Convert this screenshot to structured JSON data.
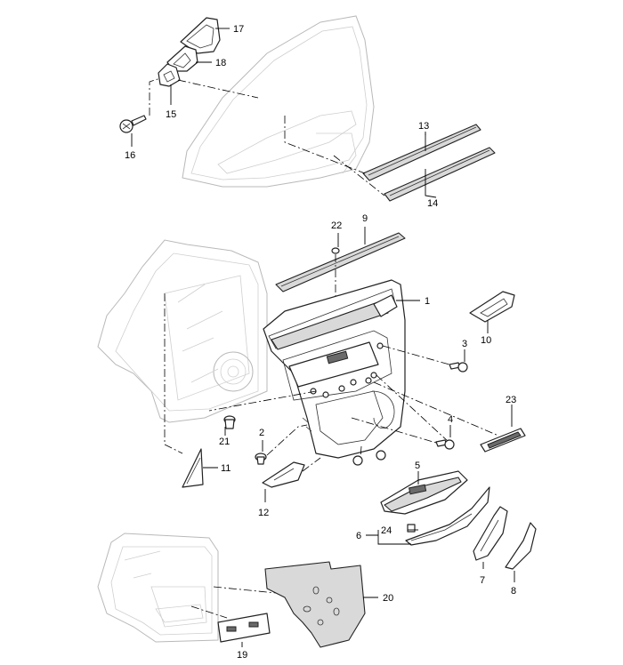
{
  "callouts": {
    "n1": "1",
    "n2": "2",
    "n3": "3",
    "n4": "4",
    "n5": "5",
    "n6": "6",
    "n7": "7",
    "n8": "8",
    "n9": "9",
    "n10": "10",
    "n11": "11",
    "n12": "12",
    "n13": "13",
    "n14": "14",
    "n15": "15",
    "n16": "16",
    "n17": "17",
    "n18": "18",
    "n19": "19",
    "n20": "20",
    "n21": "21",
    "n22": "22",
    "n23": "23",
    "n24": "24"
  },
  "colors": {
    "line": "#000000",
    "ghost_outline": "#b9b9b9",
    "part_fill": "#d9d9d9"
  }
}
